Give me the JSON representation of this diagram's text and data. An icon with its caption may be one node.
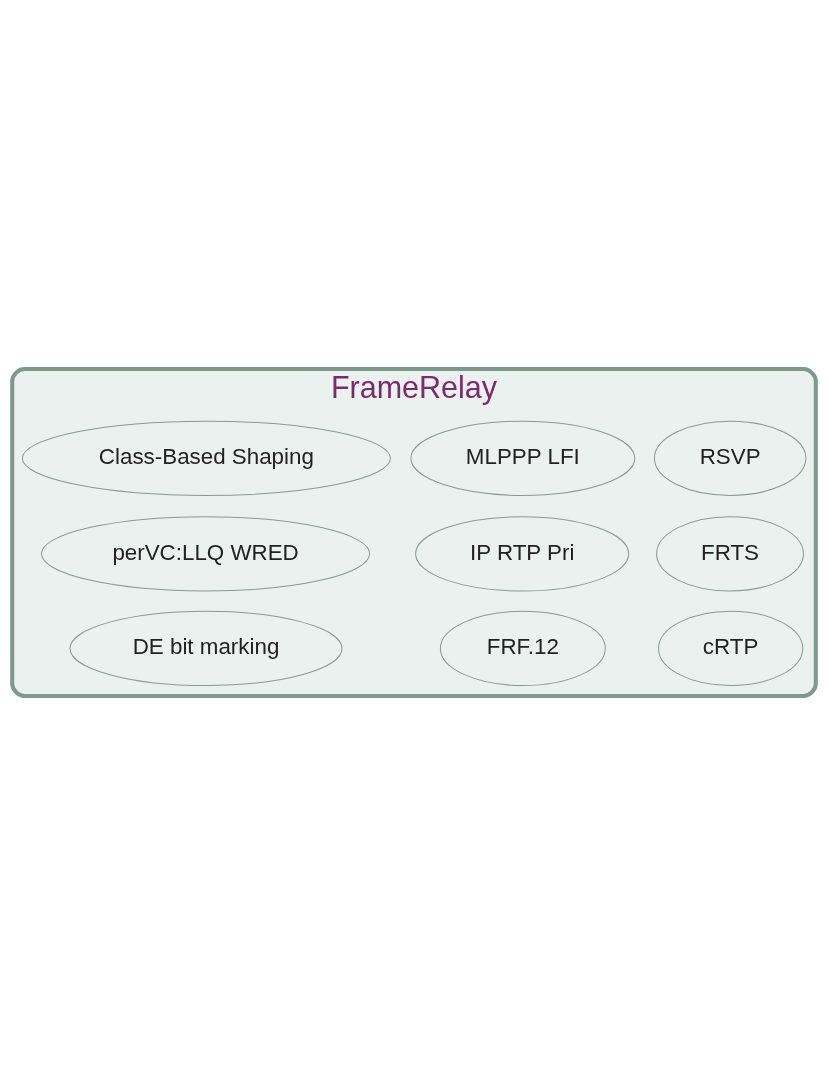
{
  "diagram": {
    "nodes": [
      {
        "text": [
          "FrameRelay"
        ]
      },
      {
        "text": [
          "RSVP"
        ],
        "in": 0
      },
      {
        "text": [
          "perVC:LLQ WRED"
        ],
        "in": 0
      },
      {
        "text": [
          "IP RTP Pri"
        ],
        "in": 0
      },
      {
        "text": [
          "FRTS"
        ],
        "in": 0
      },
      {
        "text": [
          "cRTP"
        ],
        "in": 0
      },
      {
        "text": [
          "FRF.12"
        ],
        "in": 0
      },
      {
        "text": [
          "Class-Based Shaping"
        ],
        "in": 0
      },
      {
        "text": [
          "MLPPP LFI"
        ],
        "in": 0
      },
      {
        "text": [
          "DE bit marking"
        ],
        "in": 0
      }
    ],
    "edges": []
  }
}
